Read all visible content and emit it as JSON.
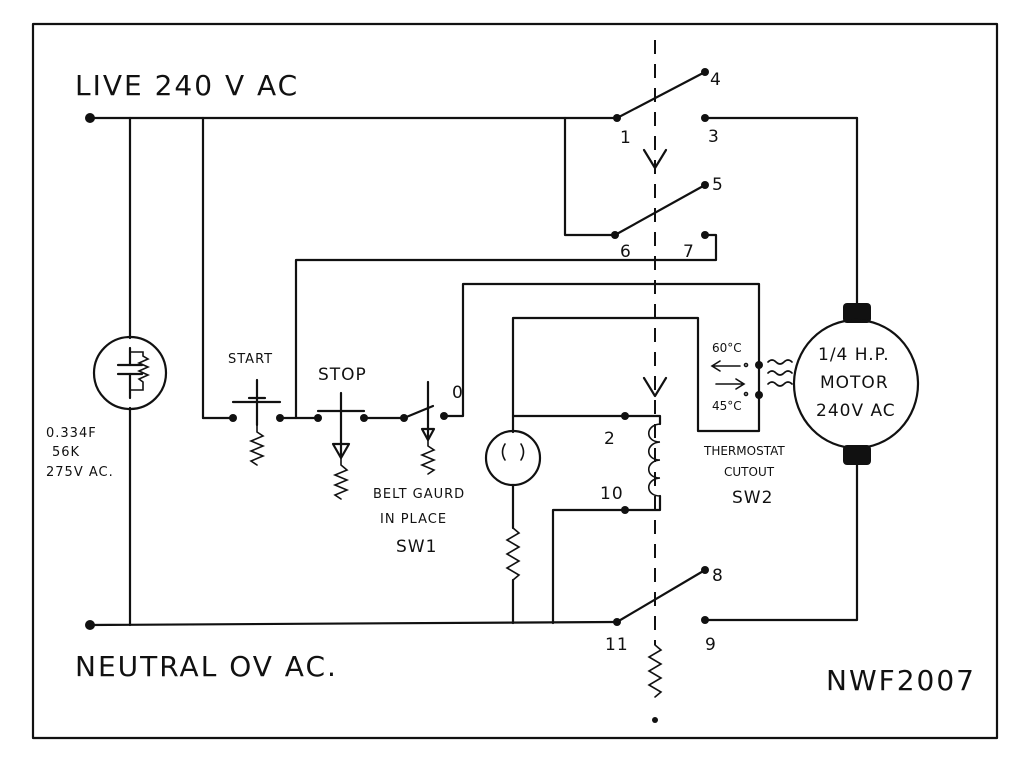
{
  "labels": {
    "live": "LIVE 240 V AC",
    "neutral": "NEUTRAL OV AC.",
    "signature": "NWF2007"
  },
  "capacitor": {
    "line1": "0.334F",
    "line2": "56K",
    "line3": "275V AC."
  },
  "buttons": {
    "start": "START",
    "stop": "STOP"
  },
  "belt_guard": {
    "line1": "BELT GAURD",
    "line2": "IN PLACE",
    "switch": "SW1",
    "terminal": "0"
  },
  "motor": {
    "line1": "1/4 H.P.",
    "line2": "MOTOR",
    "line3": "240V AC"
  },
  "thermostat": {
    "high": "60°C",
    "low": "45°C",
    "line1": "THERMOSTAT",
    "line2": "CUTOUT",
    "switch": "SW2"
  },
  "terminals": {
    "t1": "1",
    "t2": "2",
    "t3": "3",
    "t4": "4",
    "t5": "5",
    "t6": "6",
    "t7": "7",
    "t8": "8",
    "t9": "9",
    "t10": "10",
    "t11": "11"
  }
}
